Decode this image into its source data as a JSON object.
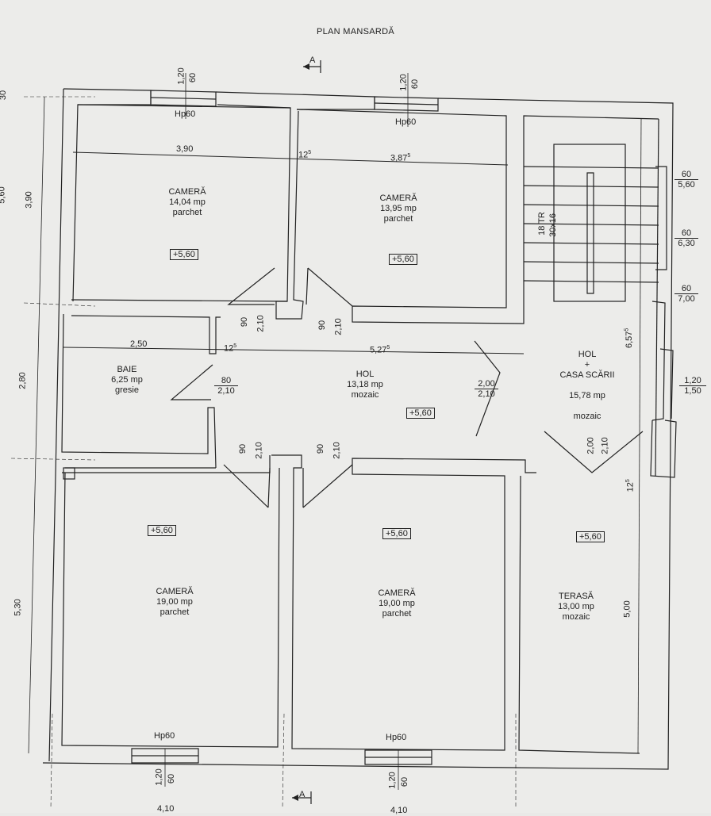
{
  "title": "PLAN MANSARDĂ",
  "section_marker": "A",
  "rooms": [
    {
      "name": "CAMERĂ",
      "area": "14,04 mp",
      "finish": "parchet",
      "level": "+5,60"
    },
    {
      "name": "CAMERĂ",
      "area": "13,95 mp",
      "finish": "parchet",
      "level": "+5,60"
    },
    {
      "name": "BAIE",
      "area": "6,25 mp",
      "finish": "gresie"
    },
    {
      "name": "HOL",
      "area": "13,18 mp",
      "finish": "mozaic",
      "level": "+5,60"
    },
    {
      "name": "HOL\n+\nCASA SCĂRII",
      "area": "15,78 mp",
      "finish": "mozaic"
    },
    {
      "name": "CAMERĂ",
      "area": "19,00 mp",
      "finish": "parchet",
      "level": "+5,60"
    },
    {
      "name": "CAMERĂ",
      "area": "19,00 mp",
      "finish": "parchet",
      "level": "+5,60"
    },
    {
      "name": "TERASĂ",
      "area": "13,00 mp",
      "finish": "mozaic",
      "level": "+5,60"
    }
  ],
  "windows": {
    "hp": "Hp60",
    "height": "1,20",
    "sill": "60"
  },
  "dims": {
    "w1": "3,90",
    "w2_main": "3,87",
    "w2_sup": "5",
    "gap_main": "12",
    "gap_sup": "5",
    "baie_w": "2,50",
    "hol_main": "5,27",
    "hol_sup": "5",
    "left_390": "3,90",
    "left_280": "2,80",
    "left_530": "5,30",
    "left_30": "30",
    "left_top": "5,60",
    "right_657": "6,57",
    "right_657_sup": "5",
    "right_500": "5,00",
    "right_125": "12",
    "right_125_sup": "5",
    "bottom_a": "4,10",
    "bottom_b": "4,10"
  },
  "stairs": {
    "steps": "18 TR",
    "size": "30x16"
  },
  "doors": [
    {
      "w": "90",
      "h": "2,10"
    },
    {
      "w": "80",
      "h": "2,10"
    },
    {
      "w": "2,00",
      "h": "2,10"
    }
  ],
  "side_windows": [
    {
      "a": "60",
      "b": "5,60"
    },
    {
      "a": "60",
      "b": "6,30"
    },
    {
      "a": "60",
      "b": "7,00"
    },
    {
      "a": "1,20",
      "b": "1,50"
    }
  ]
}
